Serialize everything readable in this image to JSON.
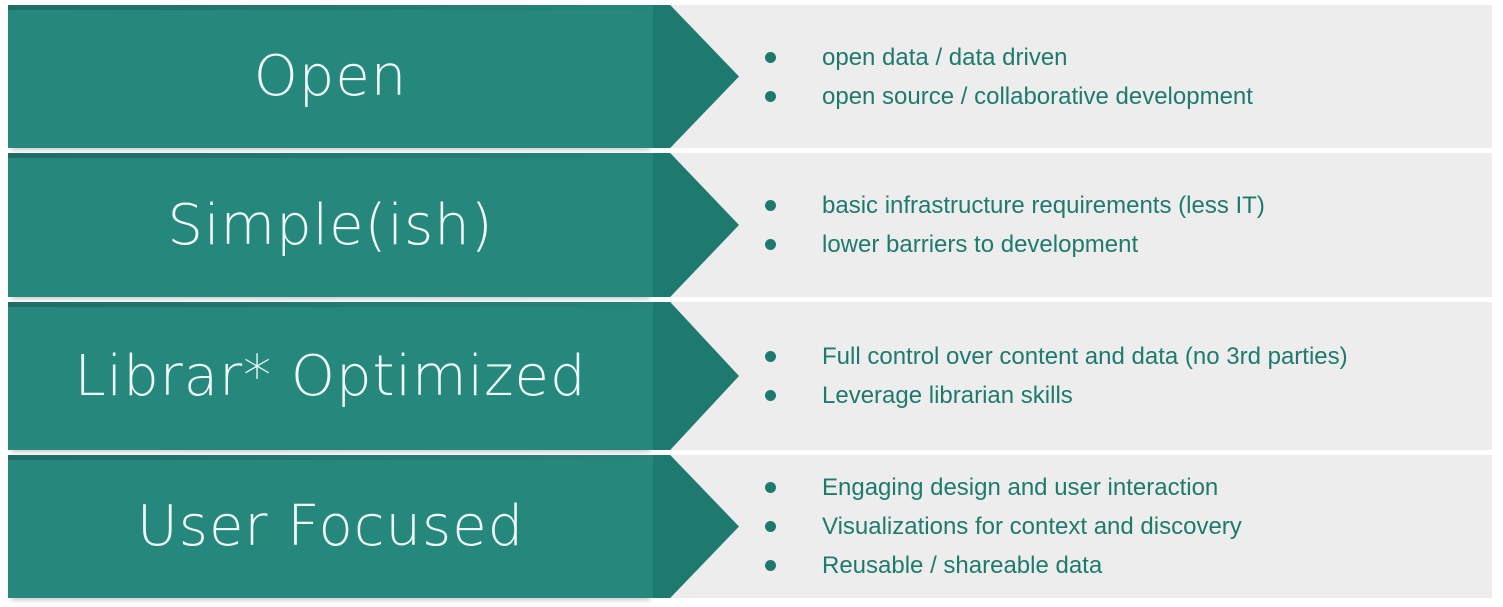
{
  "slide": {
    "kind": "four-arrow-feature-diagram",
    "colors": {
      "arrow_fill": "#26887d",
      "arrow_tip": "#1e7a6f",
      "panel_background": "#ededed",
      "bullet_text": "#1f7a6e",
      "title_text": "#f0faf8",
      "page_background": "#ffffff"
    }
  },
  "rows": [
    {
      "title": "Open",
      "bullets": [
        "open data / data driven",
        "open source / collaborative development"
      ]
    },
    {
      "title": "Simple(ish)",
      "bullets": [
        "basic infrastructure requirements (less IT)",
        "lower barriers to development"
      ]
    },
    {
      "title": "Librar* Optimized",
      "bullets": [
        "Full control over content and data (no 3rd parties)",
        "Leverage librarian skills"
      ]
    },
    {
      "title": "User Focused",
      "bullets": [
        "Engaging design and user interaction",
        "Visualizations for context and discovery",
        "Reusable / shareable data"
      ]
    }
  ]
}
